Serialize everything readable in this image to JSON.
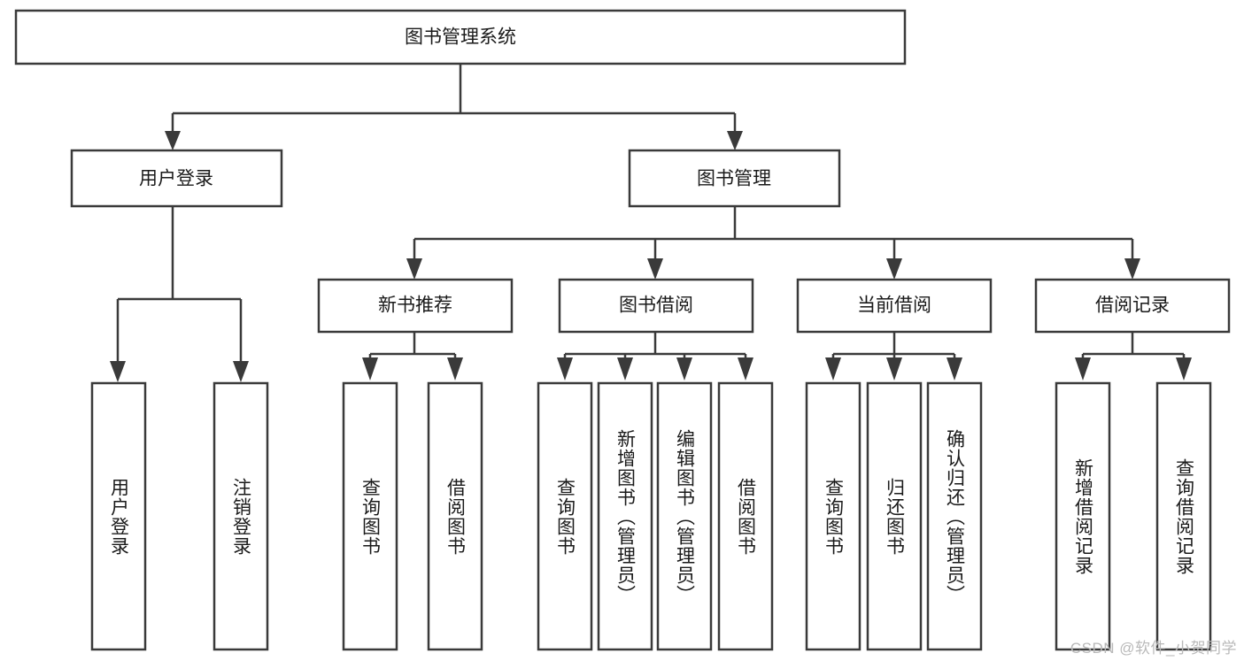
{
  "diagram": {
    "type": "tree-hierarchy-chart",
    "title": "图书管理系统",
    "colors": {
      "box_stroke": "#3a3a3a",
      "box_fill": "#ffffff",
      "connector": "#3a3a3a",
      "text": "#1a1a1a",
      "watermark": "#b9b9b9",
      "background": "#ffffff"
    },
    "levels": {
      "root": {
        "label": "图书管理系统",
        "orientation": "horizontal"
      },
      "level1": [
        {
          "id": "user-login",
          "label": "用户登录",
          "orientation": "horizontal"
        },
        {
          "id": "book-management",
          "label": "图书管理",
          "orientation": "horizontal"
        }
      ],
      "level2": [
        {
          "id": "new-book-recommend",
          "label": "新书推荐",
          "orientation": "horizontal",
          "parent": "book-management"
        },
        {
          "id": "book-borrow",
          "label": "图书借阅",
          "orientation": "horizontal",
          "parent": "book-management"
        },
        {
          "id": "current-borrow",
          "label": "当前借阅",
          "orientation": "horizontal",
          "parent": "book-management"
        },
        {
          "id": "borrow-record",
          "label": "借阅记录",
          "orientation": "horizontal",
          "parent": "book-management"
        }
      ],
      "leaves": [
        {
          "id": "leaf-user-login",
          "label": "用户登录",
          "orientation": "vertical",
          "parent": "user-login"
        },
        {
          "id": "leaf-user-logout",
          "label": "注销登录",
          "orientation": "vertical",
          "parent": "user-login"
        },
        {
          "id": "leaf-query-book-1",
          "label": "查询图书",
          "orientation": "vertical",
          "parent": "new-book-recommend"
        },
        {
          "id": "leaf-borrow-book-1",
          "label": "借阅图书",
          "orientation": "vertical",
          "parent": "new-book-recommend"
        },
        {
          "id": "leaf-query-book-2",
          "label": "查询图书",
          "orientation": "vertical",
          "parent": "book-borrow"
        },
        {
          "id": "leaf-add-book",
          "label": "新增图书（管理员）",
          "orientation": "vertical",
          "parent": "book-borrow"
        },
        {
          "id": "leaf-edit-book",
          "label": "编辑图书（管理员）",
          "orientation": "vertical",
          "parent": "book-borrow"
        },
        {
          "id": "leaf-borrow-book-2",
          "label": "借阅图书",
          "orientation": "vertical",
          "parent": "book-borrow"
        },
        {
          "id": "leaf-query-book-3",
          "label": "查询图书",
          "orientation": "vertical",
          "parent": "current-borrow"
        },
        {
          "id": "leaf-return-book",
          "label": "归还图书",
          "orientation": "vertical",
          "parent": "current-borrow"
        },
        {
          "id": "leaf-confirm-return",
          "label": "确认归还（管理员）",
          "orientation": "vertical",
          "parent": "current-borrow"
        },
        {
          "id": "leaf-add-record",
          "label": "新增借阅记录",
          "orientation": "vertical",
          "parent": "borrow-record"
        },
        {
          "id": "leaf-query-record",
          "label": "查询借阅记录",
          "orientation": "vertical",
          "parent": "borrow-record"
        }
      ]
    }
  },
  "watermark": {
    "text": "CSDN @软件_小贺同学"
  }
}
